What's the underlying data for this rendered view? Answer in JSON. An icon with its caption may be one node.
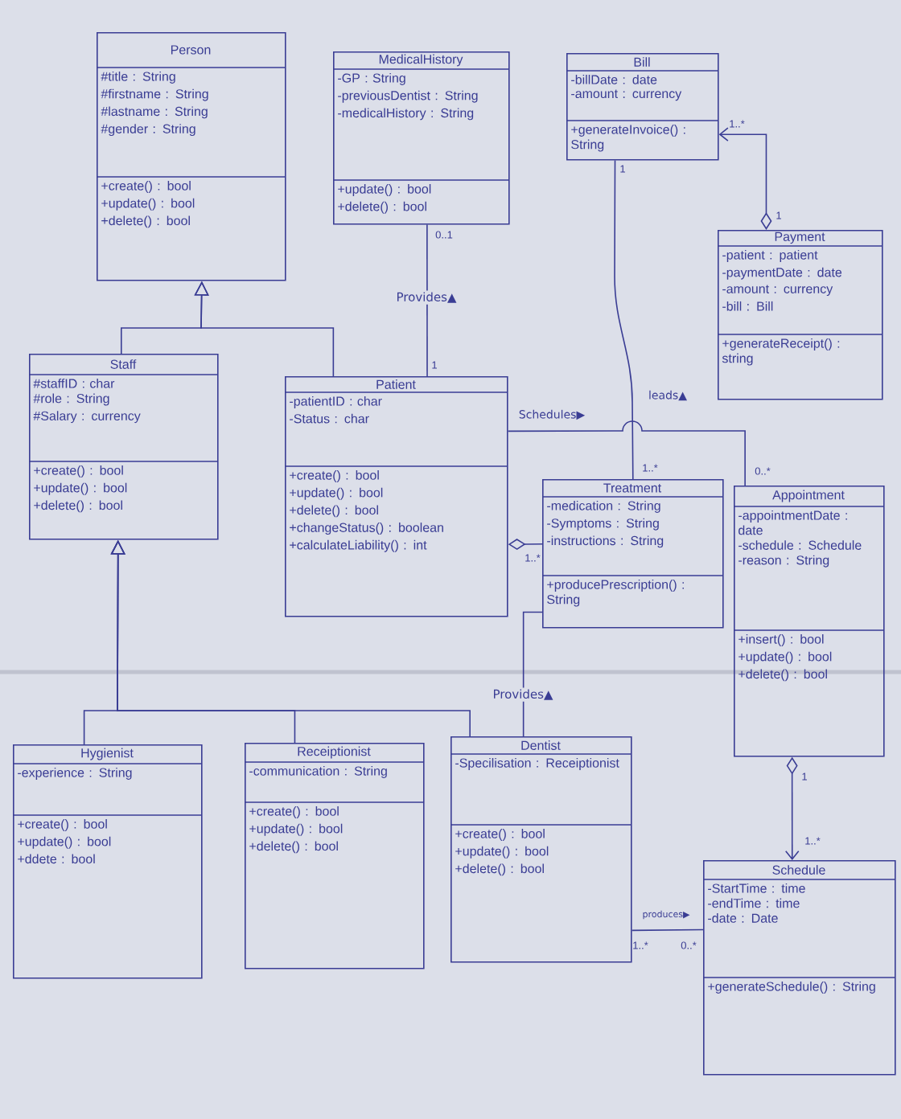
{
  "diagram": {
    "nodes": [
      {
        "text": [
          "Person",
          "#title : String",
          "#firstname : String",
          "#lastname : String",
          "#gender : String",
          "+create() : bool",
          "+update() : bool",
          "+delete() : bool"
        ]
      },
      {
        "text": [
          "MedicalHistory",
          "-GP : String",
          "-previousDentist : String",
          "-medicalHistory : String",
          "+update() : bool",
          "+delete() : bool"
        ]
      },
      {
        "text": [
          "Bill",
          "-billDate : date",
          "-amount : currency",
          "+generateInvoice() : String"
        ]
      },
      {
        "text": [
          "Payment",
          "-patient : patient",
          "-paymentDate : date",
          "-amount : currency",
          "-bill : Bill",
          "+generateReceipt() : string"
        ]
      },
      {
        "text": [
          "Staff",
          "#staffID : char",
          "#role : String",
          "#Salary : currency",
          "+create() : bool",
          "+update() : bool",
          "+delete() : bool"
        ]
      },
      {
        "text": [
          "Patient",
          "-patientID : char",
          "-Status : char",
          "+create() : bool",
          "+update() : bool",
          "+delete() : bool",
          "+changeStatus() : boolean",
          "+calculateLiability() : int"
        ]
      },
      {
        "text": [
          "Treatment",
          "-medication : String",
          "-Symptoms : String",
          "-instructions : String",
          "+producePrescription() : String"
        ]
      },
      {
        "text": [
          "Appointment",
          "-appointmentDate : date",
          "-schedule : Schedule",
          "-reason : String",
          "+insert() : bool",
          "+update() : bool",
          "+delete() : bool"
        ]
      },
      {
        "text": [
          "Hygienist",
          "-experience : String",
          "+create() : bool",
          "+update() : bool",
          "+ddete : bool"
        ]
      },
      {
        "text": [
          "Receiptionist",
          "-communication : String",
          "+create() : bool",
          "+update() : bool",
          "+delete() : bool"
        ]
      },
      {
        "text": [
          "Dentist",
          "-Specilisation : Receiptionist",
          "+create() : bool",
          "+update() : bool",
          "+delete() : bool"
        ]
      },
      {
        "text": [
          "Schedule",
          "-StartTime : time",
          "-endTime : time",
          "-date : Date",
          "+generateSchedule() : String"
        ]
      }
    ],
    "edges": [
      {
        "from": 4,
        "to": 0,
        "arrow": "to"
      },
      {
        "from": 5,
        "to": 0,
        "arrow": "to"
      },
      {
        "from": 1,
        "to": 5,
        "arrow": "none",
        "label": "Provides▲"
      },
      {
        "from": 3,
        "to": 2,
        "arrow": "to"
      },
      {
        "from": 2,
        "to": 6,
        "arrow": "none",
        "label": "leads▲"
      },
      {
        "from": 5,
        "to": 7,
        "arrow": "none",
        "label": "Schedules▶"
      },
      {
        "from": 5,
        "to": 6,
        "arrow": "other"
      },
      {
        "from": 8,
        "to": 4,
        "arrow": "to"
      },
      {
        "from": 9,
        "to": 4,
        "arrow": "to"
      },
      {
        "from": 10,
        "to": 4,
        "arrow": "to"
      },
      {
        "from": 6,
        "to": 10,
        "arrow": "none",
        "label": "Provides▲"
      },
      {
        "from": 7,
        "to": 11,
        "arrow": "to"
      },
      {
        "from": 10,
        "to": 11,
        "arrow": "none",
        "label": "produces▶"
      }
    ],
    "labels": [
      "1..*",
      "1",
      "1",
      "0..1",
      "1",
      "1..*",
      "0..*",
      "1..*",
      "1",
      "1..*",
      "1..*",
      "0..*"
    ]
  }
}
